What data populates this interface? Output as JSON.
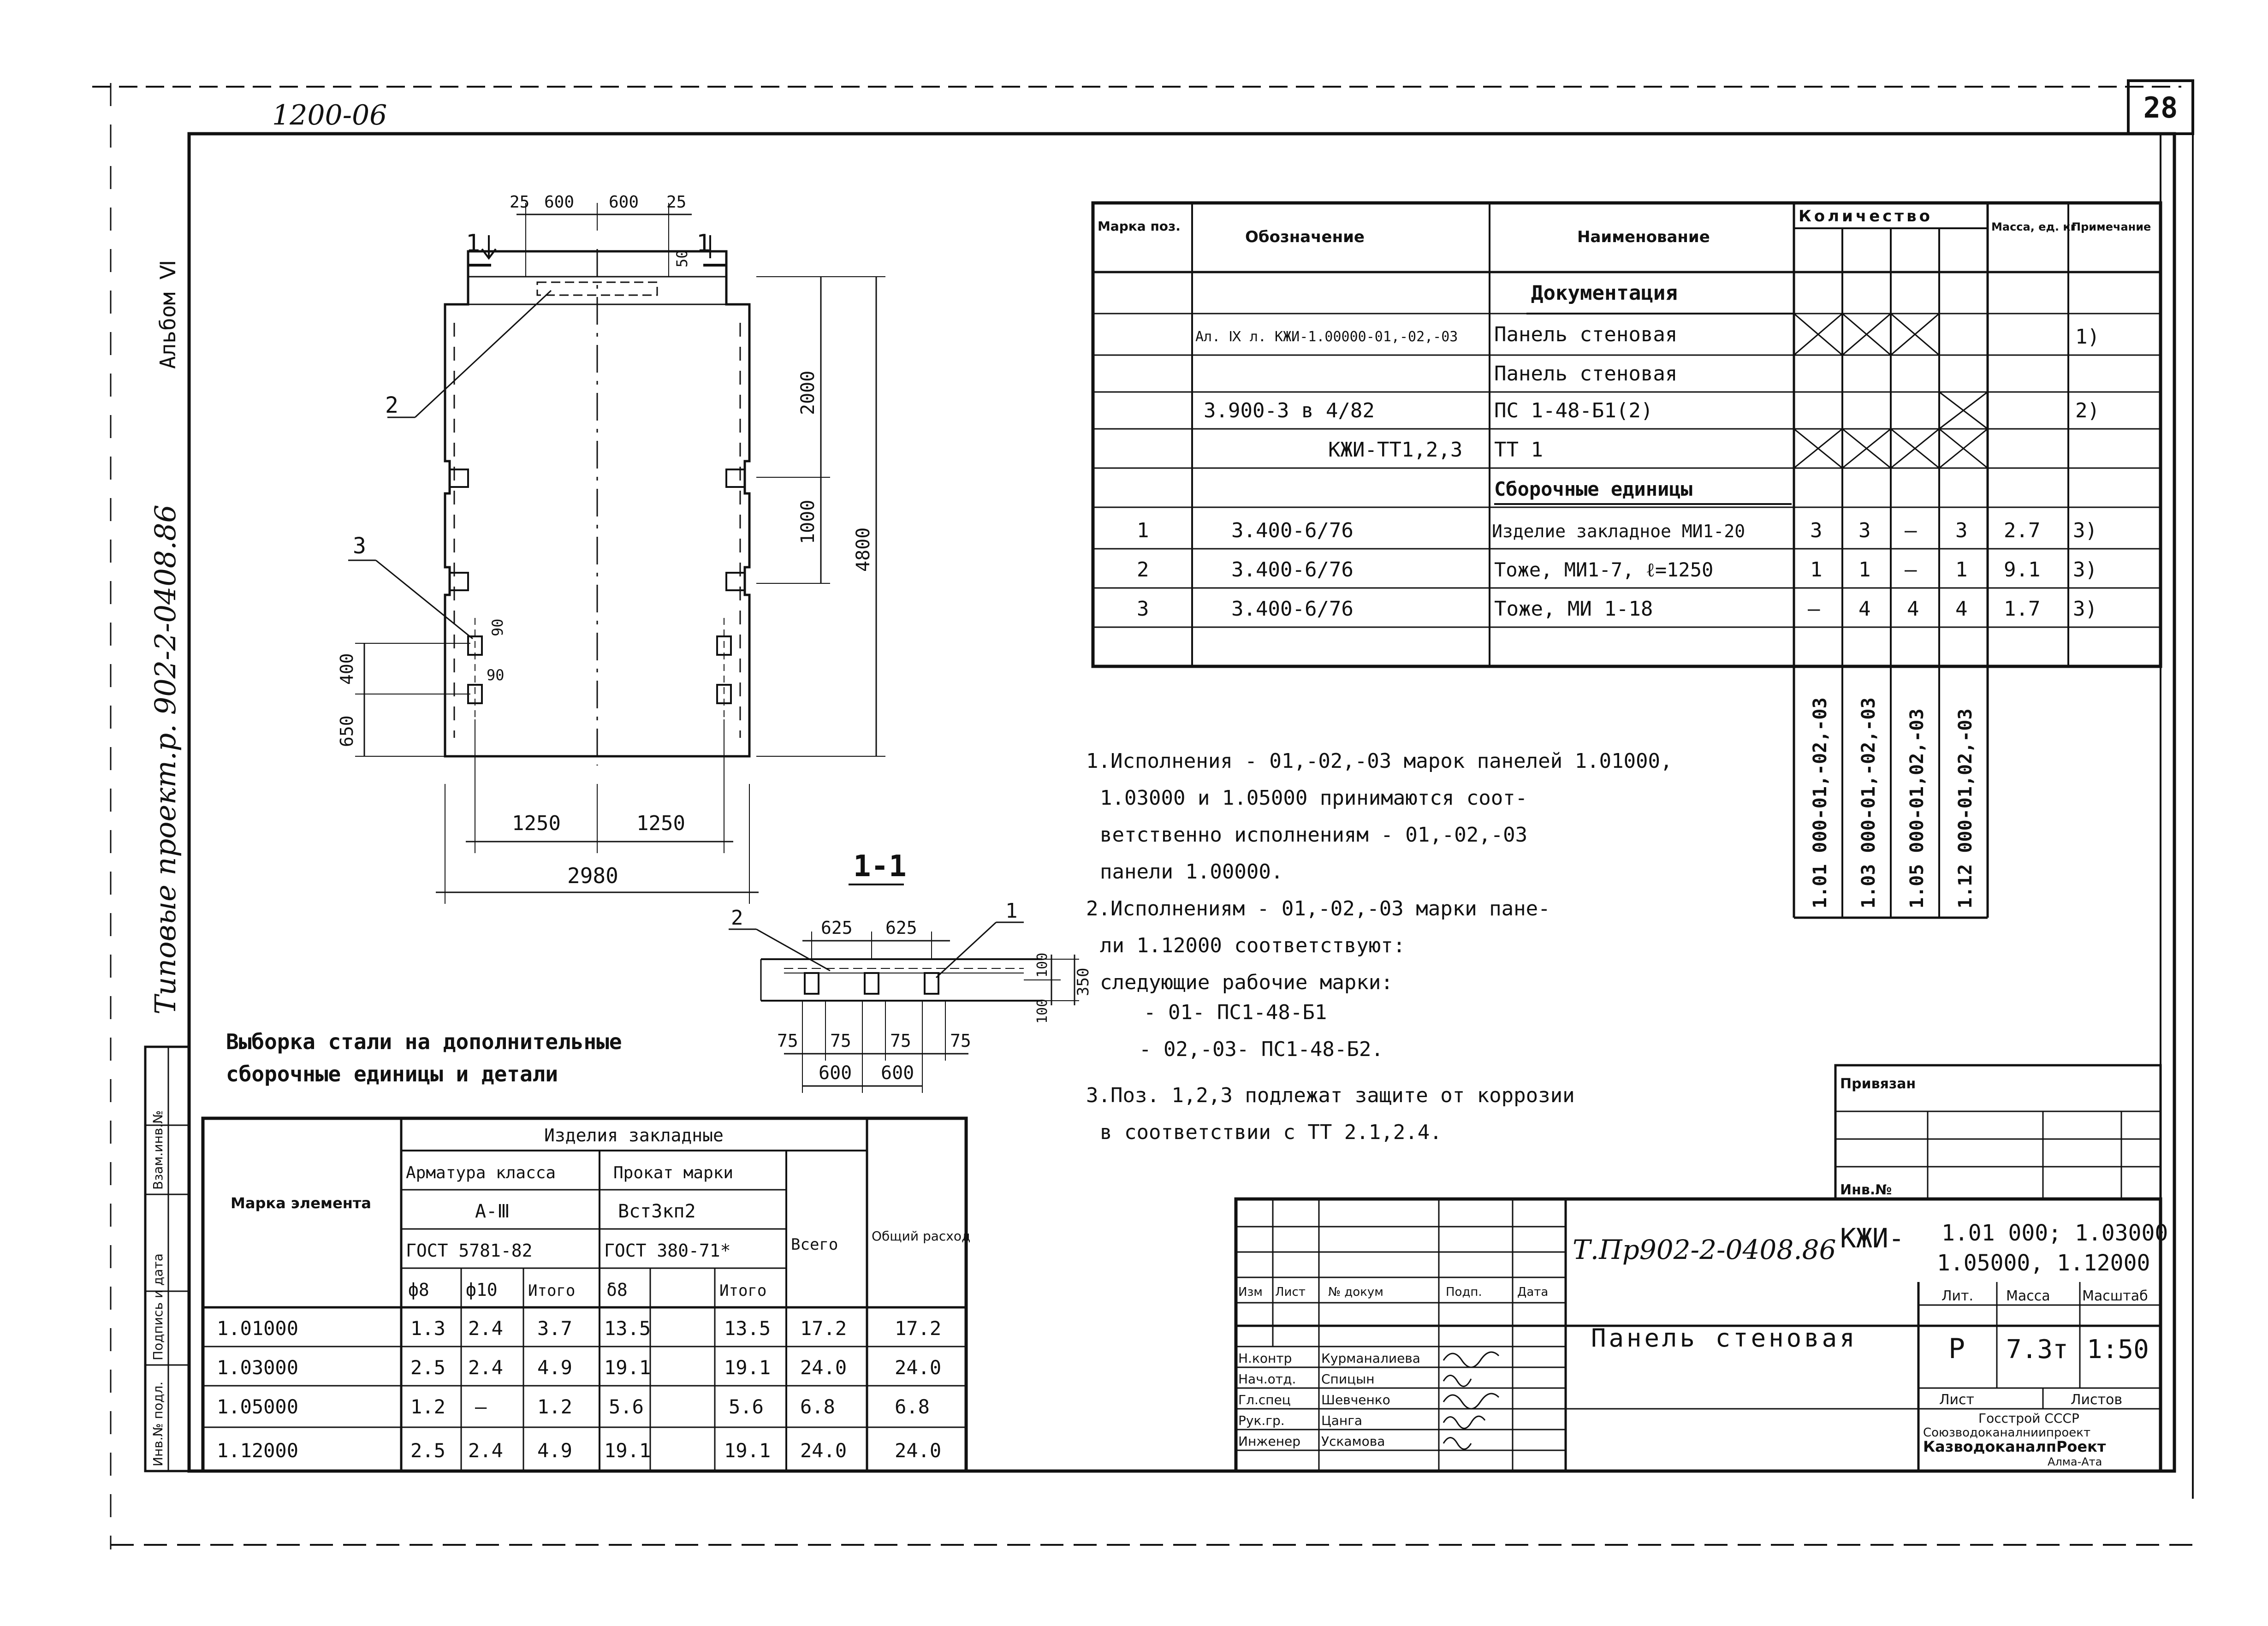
{
  "header": {
    "code_top": "1200-06",
    "sheet_number": "28",
    "side_album": "Альбом Ⅵ",
    "side_project": "Типовые проект.р. 902-2-0408.86"
  },
  "drawing": {
    "dims_top": [
      "25",
      "600",
      "600",
      "25"
    ],
    "dim_50": "50",
    "section_mark": "1",
    "dim_2000": "2000",
    "dim_1000": "1000",
    "dim_4800": "4800",
    "dim_90a": "90",
    "dim_90b": "90",
    "dim_400": "400",
    "dim_650": "650",
    "dim_1250a": "1250",
    "dim_1250b": "1250",
    "dim_2980": "2980",
    "callouts": [
      "2",
      "3"
    ],
    "section_title": "1-1",
    "sec_dims_top": [
      "625",
      "625"
    ],
    "sec_callouts": [
      "2",
      "1"
    ],
    "sec_dims_right": [
      "100",
      "100",
      "350"
    ],
    "sec_dims_bottom": [
      "75",
      "75",
      "75",
      "75"
    ],
    "sec_dims_600": [
      "600",
      "600"
    ]
  },
  "spec_table": {
    "headers": [
      "Марка поз.",
      "Обозначение",
      "Наименование",
      "Количество",
      "Масса, ед. кг",
      "Примечание"
    ],
    "rows": [
      {
        "mark": "",
        "designation": "",
        "name": "Документация",
        "q": [
          "",
          "",
          "",
          ""
        ],
        "mass": "",
        "note": ""
      },
      {
        "mark": "",
        "designation": "Ал. Ⅸ л. КЖИ-1.00000-01,-02,-03",
        "name": "Панель стеновая",
        "q": [
          "X",
          "X",
          "X",
          ""
        ],
        "mass": "",
        "note": "1)"
      },
      {
        "mark": "",
        "designation": "",
        "name": "Панель стеновая",
        "q": [
          "",
          "",
          "",
          ""
        ],
        "mass": "",
        "note": ""
      },
      {
        "mark": "",
        "designation": "3.900-3 в 4/82",
        "name": "ПС 1-48-Б1(2)",
        "q": [
          "",
          "",
          "",
          "X"
        ],
        "mass": "",
        "note": "2)"
      },
      {
        "mark": "",
        "designation": "КЖИ-ТТ1,2,3",
        "name": "ТТ 1",
        "q": [
          "X",
          "X",
          "X",
          "X"
        ],
        "mass": "",
        "note": ""
      },
      {
        "mark": "",
        "designation": "",
        "name": "Сборочные единицы",
        "q": [
          "",
          "",
          "",
          ""
        ],
        "mass": "",
        "note": ""
      },
      {
        "mark": "1",
        "designation": "3.400-6/76",
        "name": "Изделие закладное МИ1-20",
        "q": [
          "3",
          "3",
          "—",
          "3"
        ],
        "mass": "2.7",
        "note": "3)"
      },
      {
        "mark": "2",
        "designation": "3.400-6/76",
        "name": "Тоже, МИ1-7, ℓ=1250",
        "q": [
          "1",
          "1",
          "—",
          "1"
        ],
        "mass": "9.1",
        "note": "3)"
      },
      {
        "mark": "3",
        "designation": "3.400-6/76",
        "name": "Тоже, МИ 1-18",
        "q": [
          "—",
          "4",
          "4",
          "4"
        ],
        "mass": "1.7",
        "note": "3)"
      },
      {
        "mark": "",
        "designation": "",
        "name": "",
        "q": [
          "",
          "",
          "",
          ""
        ],
        "mass": "",
        "note": ""
      }
    ],
    "vertical_labels": [
      "1.01 000-01,-02,-03",
      "1.03 000-01,-02,-03",
      "1.05 000-01,02,-03",
      "1.12 000-01,02,-03"
    ]
  },
  "notes": [
    "1.Исполнения - 01,-02,-03 марок панелей 1.01000,",
    "1.03000 и 1.05000 принимаются соот-",
    "ветственно исполнениям - 01,-02,-03",
    "панели 1.00000.",
    "2.Исполнениям - 01,-02,-03 марки пане-",
    "ли 1.12000 соответствуют:",
    "следующие рабочие марки:",
    "- 01- ПС1-48-Б1",
    "- 02,-03- ПС1-48-Б2.",
    "3.Поз. 1,2,3 подлежат защите от коррозии",
    "в соответствии с ТТ 2.1,2.4."
  ],
  "steel": {
    "title_line1": "Выборка стали на дополнительные",
    "title_line2": "сборочные единицы и детали",
    "h_mark": "Марка элемента",
    "h_products": "Изделия закладные",
    "h_rebar": "Арматура класса",
    "h_rolled": "Прокат марки",
    "h_class": "А-Ⅲ",
    "h_grade": "Вст3кп2",
    "h_gost1": "ГОСТ 5781-82",
    "h_gost2": "ГОСТ 380-71*",
    "h_total": "Всего",
    "h_overall": "Общий расход",
    "sub": [
      "ф8",
      "ф10",
      "Итого",
      "δ8",
      "",
      "Итого"
    ],
    "rows": [
      [
        "1.01000",
        "1.3",
        "2.4",
        "3.7",
        "13.5",
        "",
        "13.5",
        "17.2",
        "17.2"
      ],
      [
        "1.03000",
        "2.5",
        "2.4",
        "4.9",
        "19.1",
        "",
        "19.1",
        "24.0",
        "24.0"
      ],
      [
        "1.05000",
        "1.2",
        "—",
        "1.2",
        "5.6",
        "",
        "5.6",
        "6.8",
        "6.8"
      ],
      [
        "1.12000",
        "2.5",
        "2.4",
        "4.9",
        "19.1",
        "",
        "19.1",
        "24.0",
        "24.0"
      ]
    ]
  },
  "binding": {
    "title": "Привязан",
    "inv": "Инв.№"
  },
  "side_stamp": [
    "Инв.№ подл.",
    "Подпись и дата",
    "Взам.инв.№"
  ],
  "title_block": {
    "designation": "Т.Пр902-2-0408.86",
    "kzhi": "КЖИ-",
    "codes_line1": "1.01 000; 1.03000",
    "codes_line2": "1.05000, 1.12000",
    "cols": [
      "Изм",
      "Лист",
      "№ докум",
      "Подп.",
      "Дата"
    ],
    "people": [
      {
        "role": "Н.контр",
        "name": "Курманалиева"
      },
      {
        "role": "Нач.отд.",
        "name": "Спицын"
      },
      {
        "role": "Гл.спец",
        "name": "Шевченко"
      },
      {
        "role": "Рук.гр.",
        "name": "Цанга"
      },
      {
        "role": "Инженер",
        "name": "Ускамова"
      }
    ],
    "name": "Панель стеновая",
    "lit_h": "Лит.",
    "mass_h": "Масса",
    "scale_h": "Масштаб",
    "lit": "Р",
    "mass": "7.3т",
    "scale": "1:50",
    "sheet_h": "Лист",
    "sheets_h": "Листов",
    "org1": "Госстрой СССР",
    "org2": "Союзводоканалниипроект",
    "org3": "КазводоканалпРоект",
    "org4": "Алма-Ата"
  }
}
